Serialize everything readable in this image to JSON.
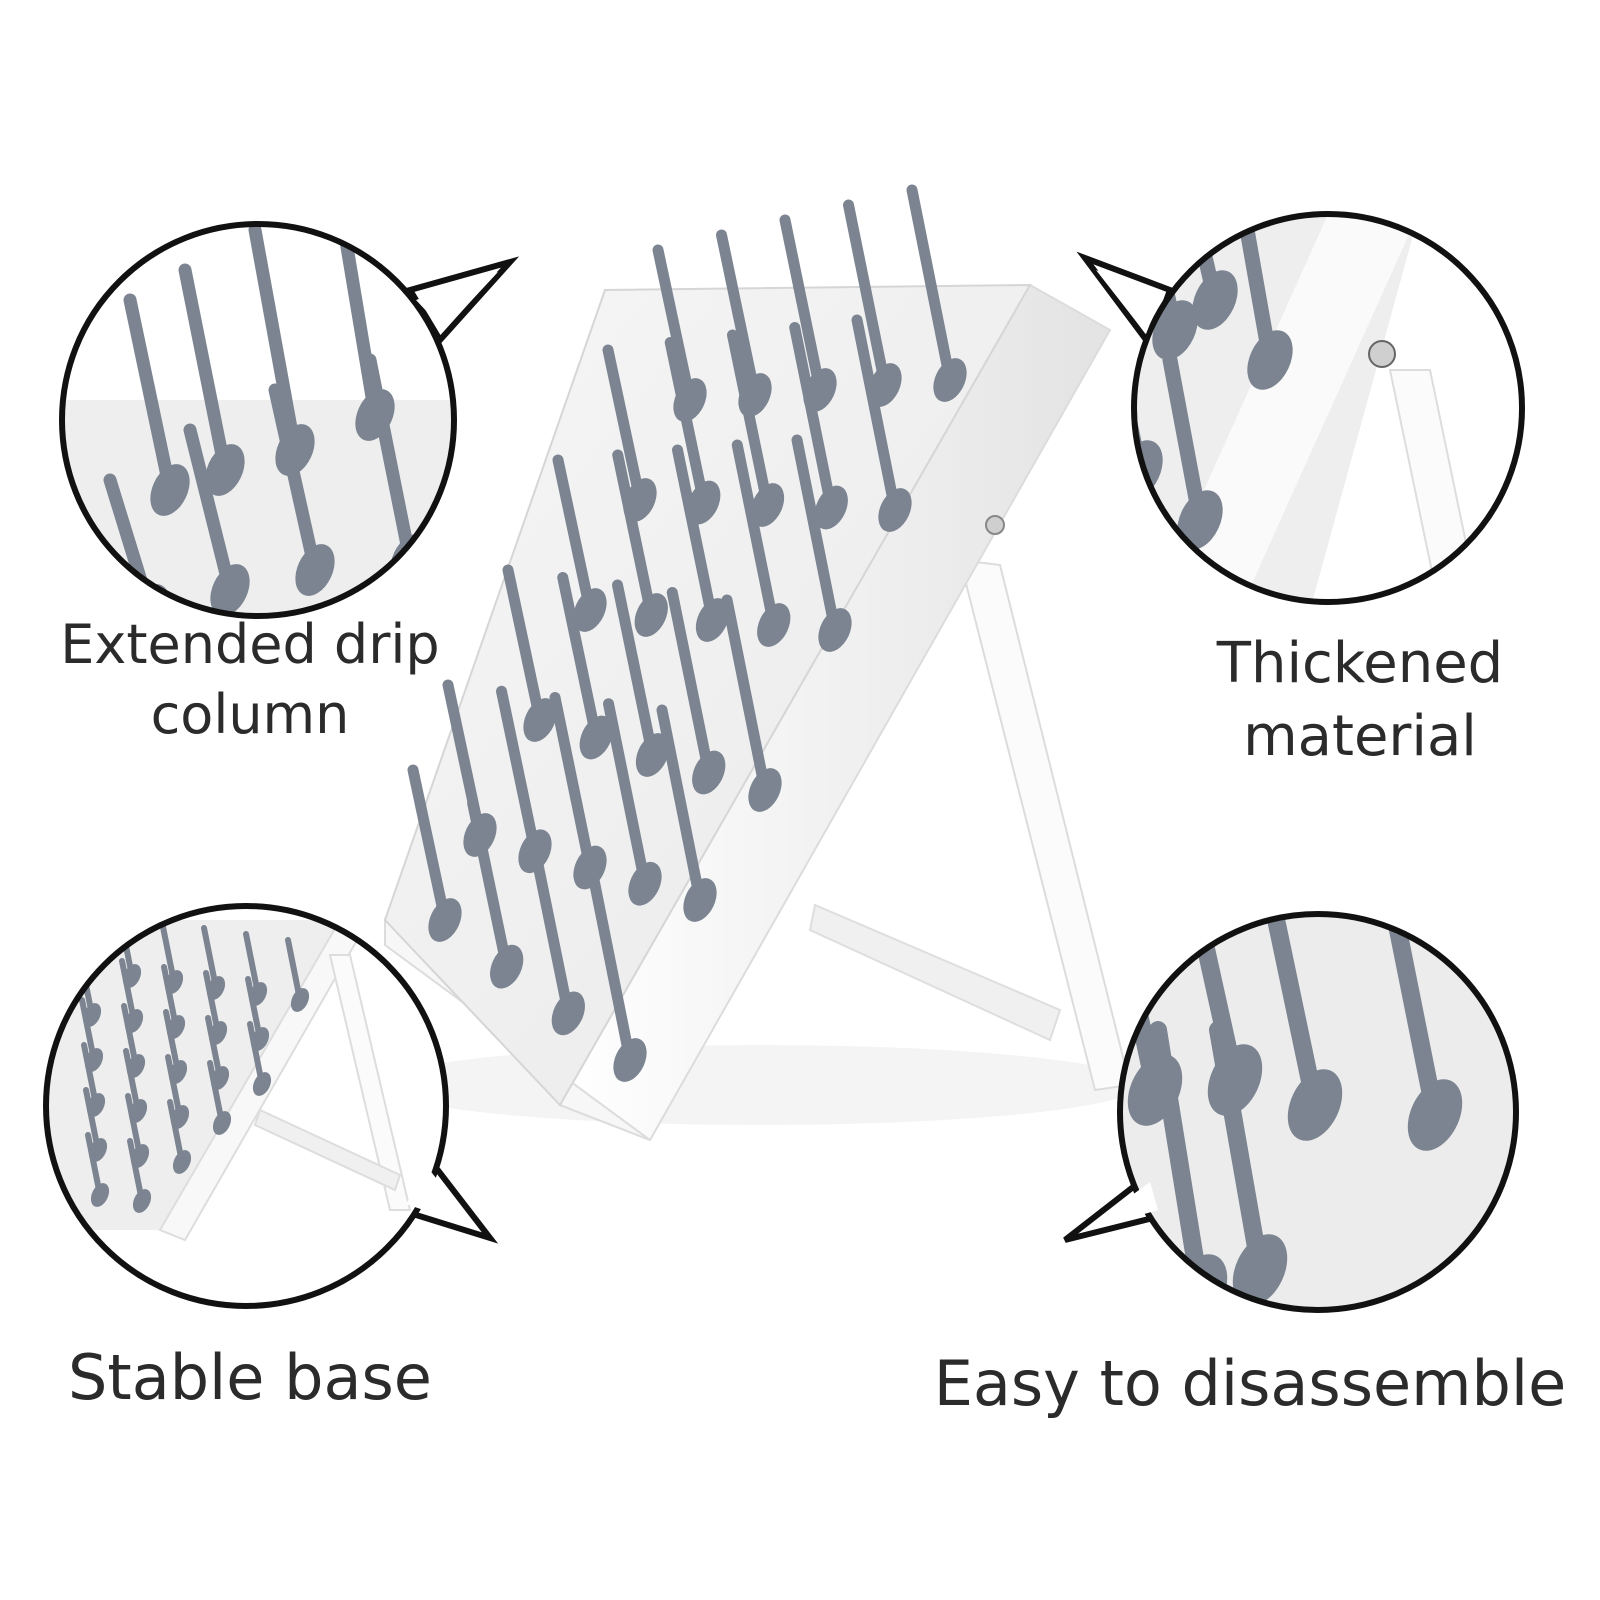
{
  "callouts": [
    {
      "id": "drip-column",
      "lines": [
        "Extended drip",
        "column"
      ]
    },
    {
      "id": "thickened-material",
      "lines": [
        "Thickened",
        "material"
      ]
    },
    {
      "id": "stable-base",
      "lines": [
        "Stable base"
      ]
    },
    {
      "id": "easy-disassemble",
      "lines": [
        "Easy to disassemble"
      ]
    }
  ],
  "colors": {
    "peg": "#7b8490",
    "peg_dark": "#5f6771",
    "board": "#f3f3f3",
    "frame": "#ffffff",
    "outline": "#111111",
    "text": "#2b2b2b"
  }
}
